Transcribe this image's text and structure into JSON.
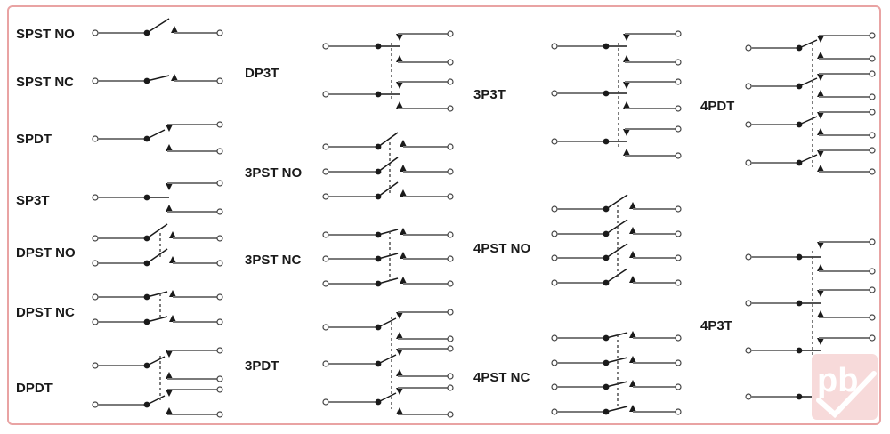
{
  "labels": {
    "spst_no": "SPST NO",
    "spst_nc": "SPST NC",
    "spdt": "SPDT",
    "sp3t": "SP3T",
    "dpst_no": "DPST NO",
    "dpst_nc": "DPST NC",
    "dpdt": "DPDT",
    "dp3t": "DP3T",
    "3pst_no": "3PST NO",
    "3pst_nc": "3PST NC",
    "3pdt": "3PDT",
    "3p3t": "3P3T",
    "4pst_no": "4PST NO",
    "4pst_nc": "4PST NC",
    "4pdt": "4PDT",
    "4p3t": "4P3T"
  },
  "watermark": {
    "text": "pb",
    "color": "#f3c9c9"
  },
  "colors": {
    "border": "#e9a3a3",
    "wire": "#555555",
    "contact": "#1a1a1a"
  }
}
